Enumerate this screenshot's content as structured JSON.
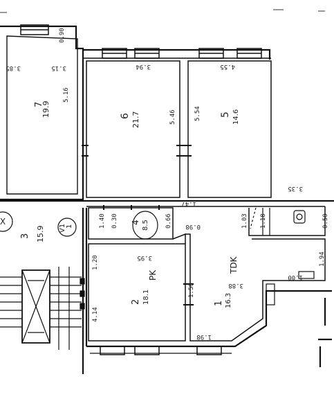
{
  "rooms": {
    "r7": {
      "number": "7",
      "area": "19.9"
    },
    "r6": {
      "number": "6",
      "area": "21.7"
    },
    "r5": {
      "number": "5",
      "area": "14.6"
    },
    "r4": {
      "number": "4",
      "area": "8.5"
    },
    "r3": {
      "number": "3",
      "area": "15.9"
    },
    "r2": {
      "number": "2",
      "area": "18.1"
    },
    "r1": {
      "number": "1",
      "area": "16.3"
    },
    "rv": {
      "label": "V1",
      "number": "1"
    }
  },
  "marks": {
    "pk": "PK",
    "tdk": "TDK",
    "x": "X"
  },
  "dimensions": {
    "d_3_85": "3.85",
    "d_3_94": "3.94",
    "d_4_55": "4.55",
    "d_5_46": "5.46",
    "d_5_54": "5.54",
    "d_0_90": "0.90",
    "d_3_15": "3.15",
    "d_5_16": "5.16",
    "d_3_35": "3.35",
    "d_1_47": "1.47",
    "d_0_98": "0.98",
    "d_1_40": "1.40",
    "d_0_30": "0.30",
    "d_0_66": "0.66",
    "d_1_03": "1.03",
    "d_0_50": "0.50",
    "d_1_94": "1.94",
    "d_1_00": "1.00",
    "d_3_95": "3.95",
    "d_3_88": "3.88",
    "d_1_50": "1.50",
    "d_1_20": "1.20",
    "d_4_14": "4.14",
    "d_1_98": "1.98",
    "d_1_18": "1.18"
  },
  "colors": {
    "ink": "#222222",
    "paper": "#ffffff"
  }
}
